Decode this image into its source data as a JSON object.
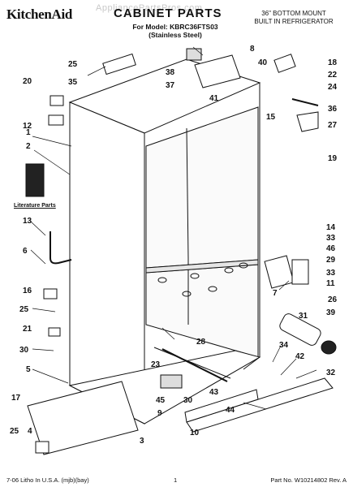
{
  "header": {
    "brand": "KitchenAid",
    "watermark": "AppliancePartsPros.com",
    "title": "CABINET PARTS",
    "model_line": "For Model: KBRC36FTS03",
    "model_note": "(Stainless Steel)",
    "product_line1": "36\" BOTTOM MOUNT",
    "product_line2": "BUILT IN REFRIGERATOR"
  },
  "diagram": {
    "literature_label": "Literature Parts",
    "callouts": [
      "1",
      "2",
      "3",
      "4",
      "5",
      "6",
      "7",
      "8",
      "9",
      "10",
      "11",
      "12",
      "13",
      "14",
      "15",
      "16",
      "17",
      "18",
      "19",
      "20",
      "21",
      "22",
      "23",
      "24",
      "25",
      "26",
      "27",
      "28",
      "29",
      "30",
      "31",
      "32",
      "33",
      "34",
      "35",
      "36",
      "37",
      "38",
      "39",
      "40",
      "41",
      "42",
      "43",
      "44",
      "45",
      "46"
    ]
  },
  "footer": {
    "left": "7-06 Litho In U.S.A. (mjb)(bay)",
    "page": "1",
    "right": "Part No. W10214802 Rev. A"
  }
}
